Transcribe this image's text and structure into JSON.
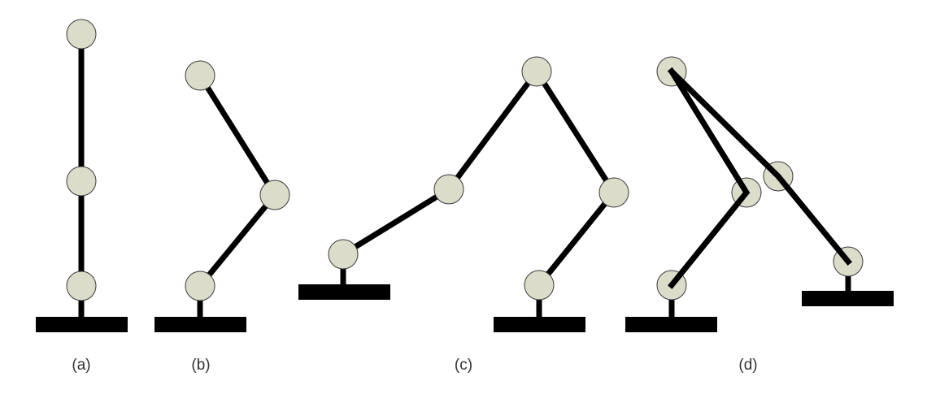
{
  "figures": [
    {
      "id": "a",
      "caption": "(a)"
    },
    {
      "id": "b",
      "caption": "(b)"
    },
    {
      "id": "c",
      "caption": "(c)"
    },
    {
      "id": "d",
      "caption": "(d)"
    }
  ],
  "colors": {
    "link": "#000000",
    "joint_fill": "#dcdccb",
    "joint_stroke": "#3a3a3a",
    "base": "#000000",
    "caption": "#333333"
  }
}
